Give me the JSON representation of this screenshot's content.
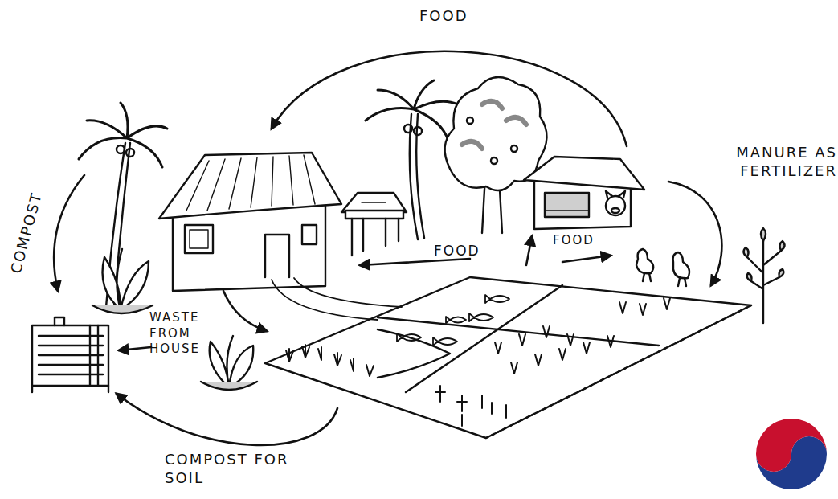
{
  "diagram": {
    "labels": [
      "FOOD",
      "COMPOST",
      "MANURE AS FERTILIZER",
      "FOOD",
      "FOOD",
      "WASTE FROM HOUSE",
      "COMPOST FOR SOIL"
    ]
  }
}
